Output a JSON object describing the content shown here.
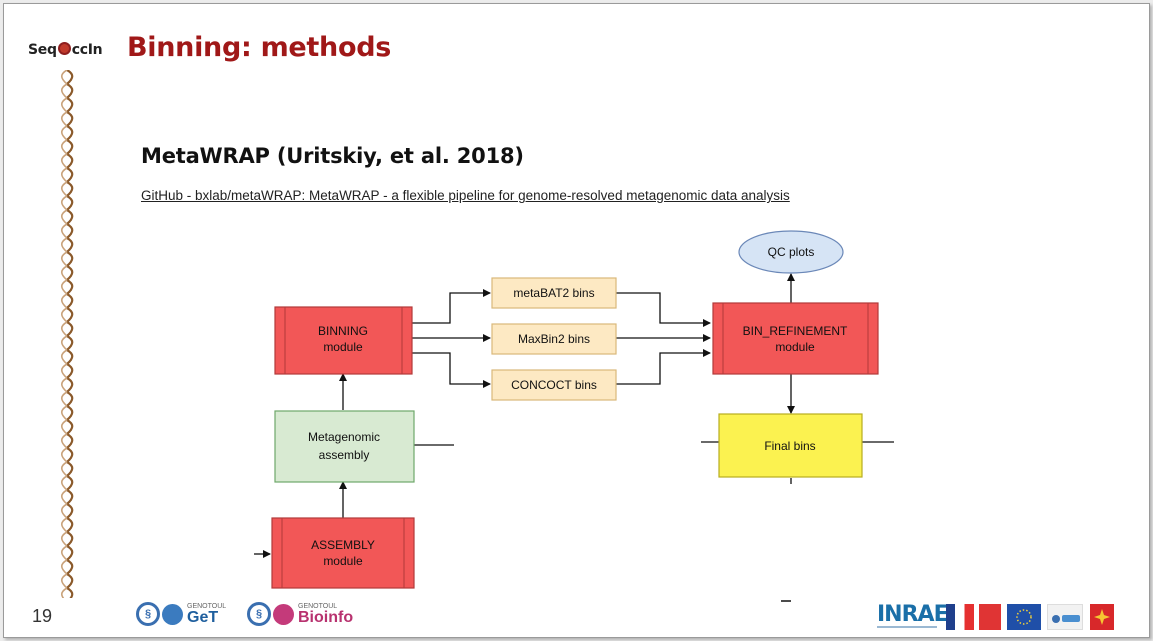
{
  "header": {
    "logo_text_pre": "Seq",
    "logo_text_post": "ccIn",
    "title": "Binning: methods"
  },
  "content": {
    "subtitle": "MetaWRAP (Uritskiy, et al. 2018)",
    "link_text": "GitHub - bxlab/metaWRAP: MetaWRAP - a flexible pipeline for genome-resolved metagenomic data analysis"
  },
  "diagram": {
    "nodes": {
      "binning_module": [
        "BINNING",
        "module"
      ],
      "metabat2_bins": [
        "metaBAT2 bins"
      ],
      "maxbin2_bins": [
        "MaxBin2 bins"
      ],
      "concoct_bins": [
        "CONCOCT bins"
      ],
      "bin_refinement": [
        "BIN_REFINEMENT",
        "module"
      ],
      "qc_plots": [
        "QC plots"
      ],
      "metagenomic_assembly": [
        "Metagenomic",
        "assembly"
      ],
      "final_bins": [
        "Final bins"
      ],
      "assembly_module": [
        "ASSEMBLY",
        "module"
      ]
    },
    "colors": {
      "module_fill": "#f25757",
      "module_stroke": "#b23a3a",
      "bins_fill": "#fde9c3",
      "bins_stroke": "#d9b87a",
      "assembly_fill": "#d8ead2",
      "assembly_stroke": "#6fa86a",
      "final_fill": "#fbf250",
      "final_stroke": "#b7ad1e",
      "qc_fill": "#d6e4f5",
      "qc_stroke": "#6b88b8"
    }
  },
  "footer": {
    "slide_number": "19",
    "partner1_small": "GENOTOUL",
    "partner1_big": "GeT",
    "partner2_small": "GENOTOUL",
    "partner2_big": "Bioinfo",
    "inrae": "INRAE"
  }
}
